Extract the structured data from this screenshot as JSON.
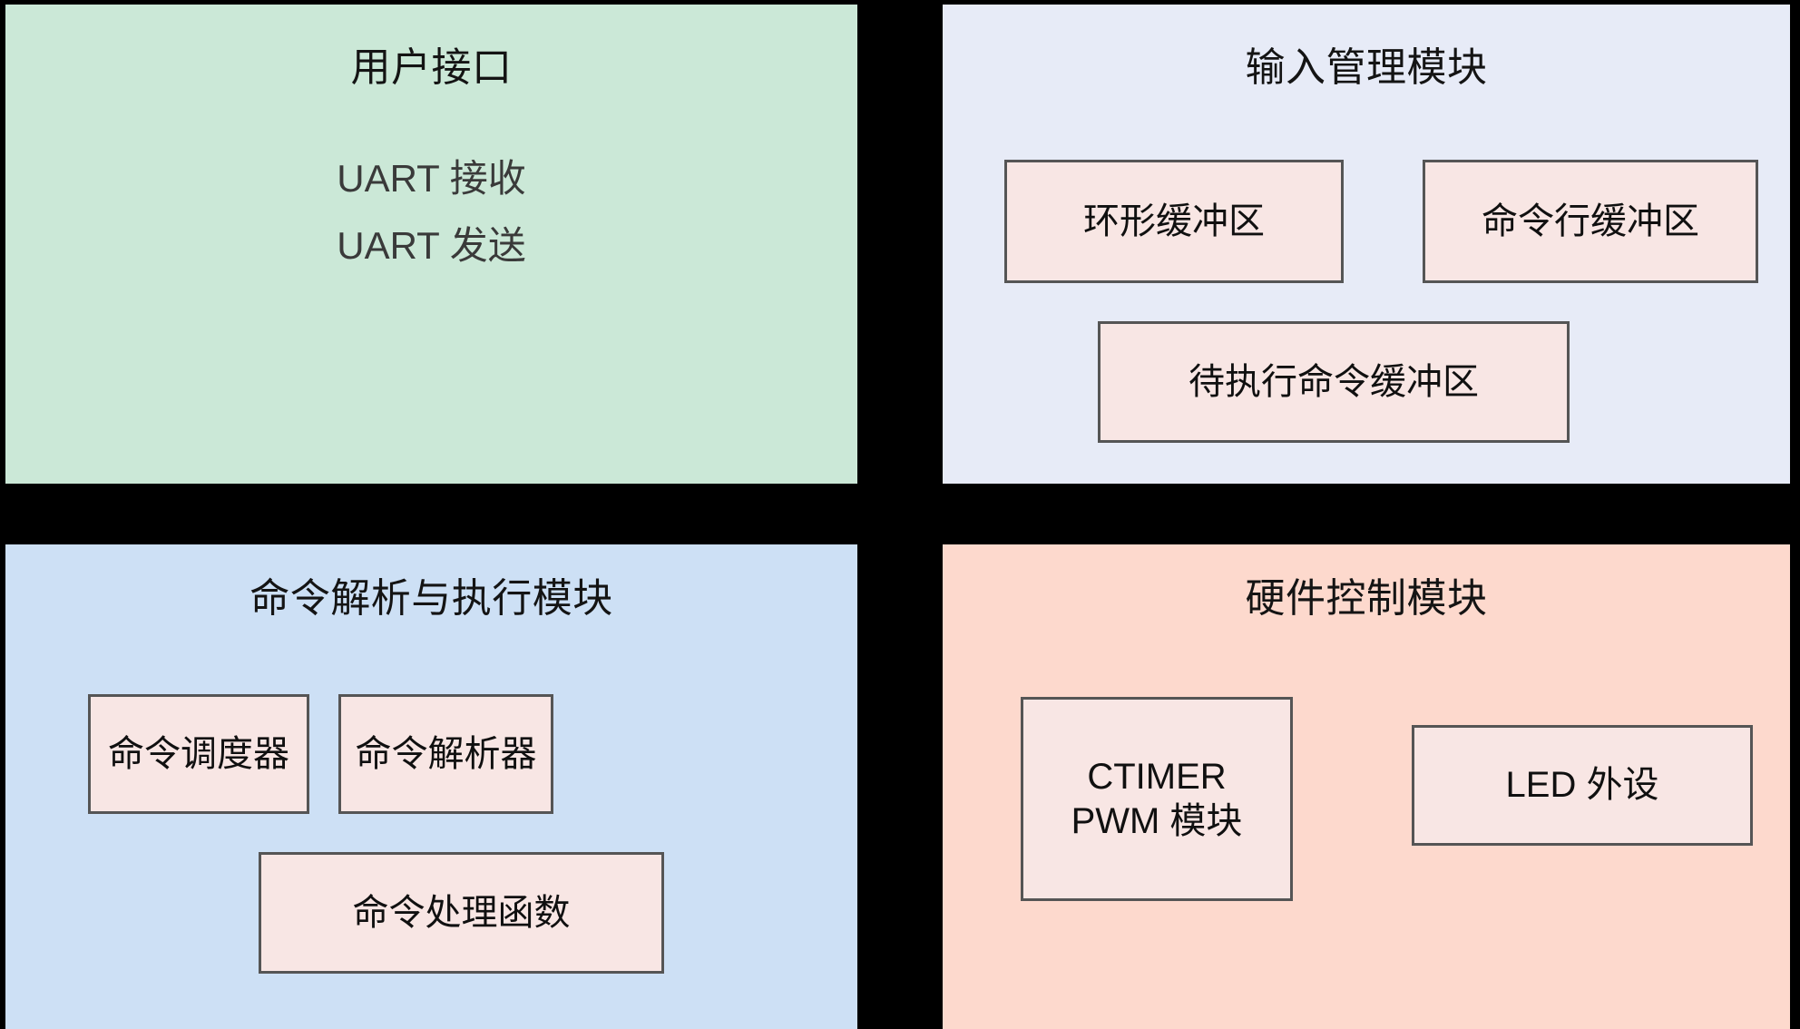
{
  "diagram": {
    "background_color": "#000000",
    "box_fill": "#f8e6e4",
    "box_border": "#555555"
  },
  "panels": {
    "user_interface": {
      "title": "用户接口",
      "color": "#cbe8d7",
      "lines": [
        "UART 接收",
        "UART 发送"
      ]
    },
    "input_management": {
      "title": "输入管理模块",
      "color": "#e7ebf7",
      "boxes": [
        {
          "label": "环形缓冲区"
        },
        {
          "label": "命令行缓冲区"
        },
        {
          "label": "待执行命令缓冲区"
        }
      ]
    },
    "command_parse_exec": {
      "title": "命令解析与执行模块",
      "color": "#cde0f5",
      "boxes": [
        {
          "label": "命令调度器"
        },
        {
          "label": "命令解析器"
        },
        {
          "label": "命令处理函数"
        }
      ]
    },
    "hardware_control": {
      "title": "硬件控制模块",
      "color": "#fdd9cd",
      "boxes": [
        {
          "label": "CTIMER\nPWM 模块"
        },
        {
          "label": "LED 外设"
        }
      ]
    }
  }
}
